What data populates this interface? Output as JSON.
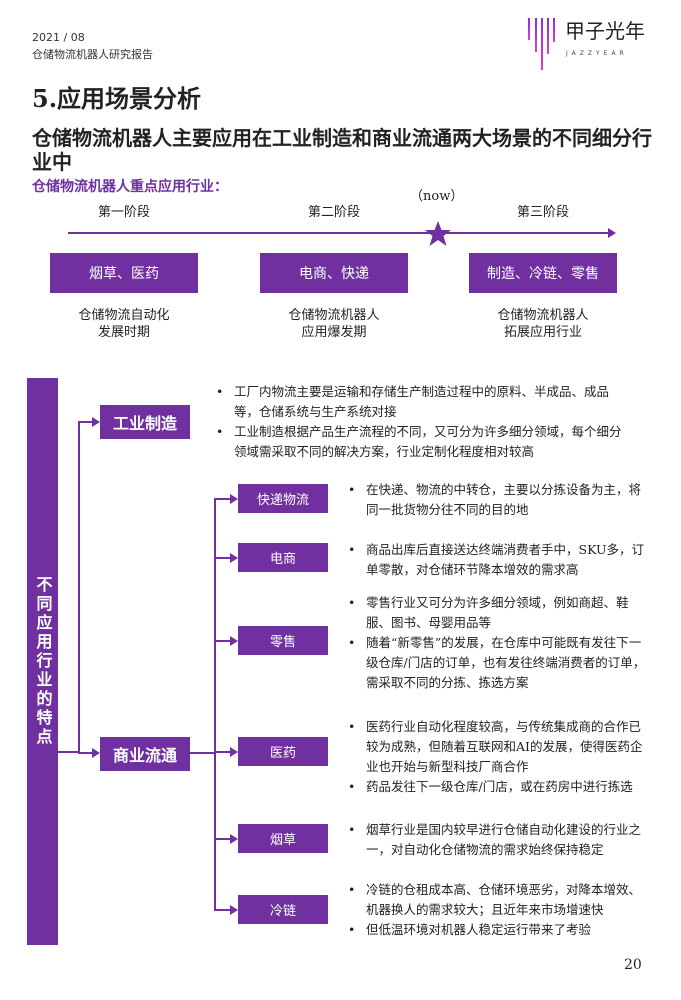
{
  "header": {
    "date": "2021 / 08",
    "report": "仓储物流机器人研究报告",
    "logo_cn": "甲子光年",
    "logo_en": "JAZZYEAR"
  },
  "title": "5.应用场景分析",
  "heading": "仓储物流机器人主要应用在工业制造和商业流通两大场景的不同细分行业中",
  "subheading": "仓储物流机器人重点应用行业：",
  "timeline": {
    "now": "（now）",
    "stages": [
      {
        "label": "第一阶段",
        "box": "烟草、医药",
        "desc1": "仓储物流自动化",
        "desc2": "发展时期"
      },
      {
        "label": "第二阶段",
        "box": "电商、快递",
        "desc1": "仓储物流机器人",
        "desc2": "应用爆发期"
      },
      {
        "label": "第三阶段",
        "box": "制造、冷链、零售",
        "desc1": "仓储物流机器人",
        "desc2": "拓展应用行业"
      }
    ]
  },
  "side_label": "不同应用行业的特点",
  "categories": {
    "industry": "工业制造",
    "commerce": "商业流通"
  },
  "industry_bullets": [
    "工厂内物流主要是运输和存储生产制造过程中的原料、半成品、成品等，仓储系统与生产系统对接",
    "工业制造根据产品生产流程的不同，又可分为许多细分领域，每个细分领域需采取不同的解决方案，行业定制化程度相对较高"
  ],
  "sectors": [
    {
      "name": "快递物流",
      "bullets": [
        "在快递、物流的中转仓，主要以分拣设备为主，将同一批货物分往不同的目的地"
      ]
    },
    {
      "name": "电商",
      "bullets": [
        "商品出库后直接送达终端消费者手中，SKU多，订单零散，对仓储环节降本增效的需求高"
      ]
    },
    {
      "name": "零售",
      "bullets": [
        "零售行业又可分为许多细分领域，例如商超、鞋服、图书、母婴用品等",
        "随着“新零售”的发展，在仓库中可能既有发往下一级仓库/门店的订单，也有发往终端消费者的订单，需采取不同的分拣、拣选方案"
      ]
    },
    {
      "name": "医药",
      "bullets": [
        "医药行业自动化程度较高，与传统集成商的合作已较为成熟，但随着互联网和AI的发展，使得医药企业也开始与新型科技厂商合作",
        "药品发往下一级仓库/门店，或在药房中进行拣选"
      ]
    },
    {
      "name": "烟草",
      "bullets": [
        "烟草行业是国内较早进行仓储自动化建设的行业之一，对自动化仓储物流的需求始终保持稳定"
      ]
    },
    {
      "name": "冷链",
      "bullets": [
        "冷链的仓租成本高、仓储环境恶劣，对降本增效、机器换人的需求较大；且近年来市场增速快",
        "但低温环境对机器人稳定运行带来了考验"
      ]
    }
  ],
  "page_number": "20",
  "colors": {
    "accent": "#7030a0"
  }
}
